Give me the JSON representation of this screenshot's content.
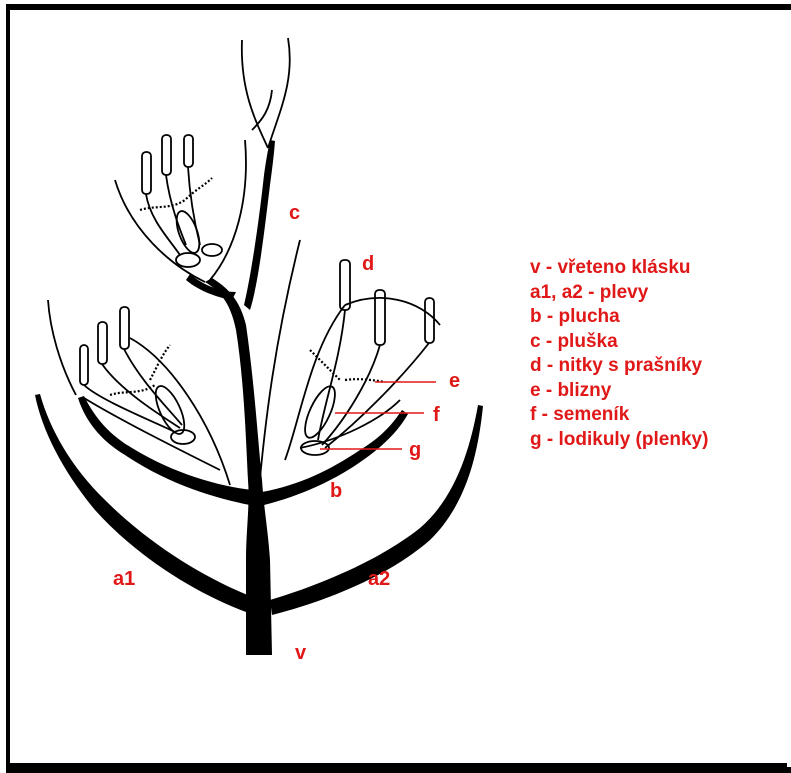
{
  "labels": {
    "v": "v",
    "a1": "a1",
    "a2": "a2",
    "b": "b",
    "c": "c",
    "d": "d",
    "e": "e",
    "f": "f",
    "g": "g"
  },
  "legend": [
    "v - vřeteno klásku",
    "a1, a2 - plevy",
    "b - plucha",
    "c - pluška",
    "d - nitky s prašníky",
    "e - blizny",
    "f - semeník",
    "g - lodikuly (plenky)"
  ],
  "colors": {
    "label": "#e01818",
    "ink": "#000000"
  }
}
